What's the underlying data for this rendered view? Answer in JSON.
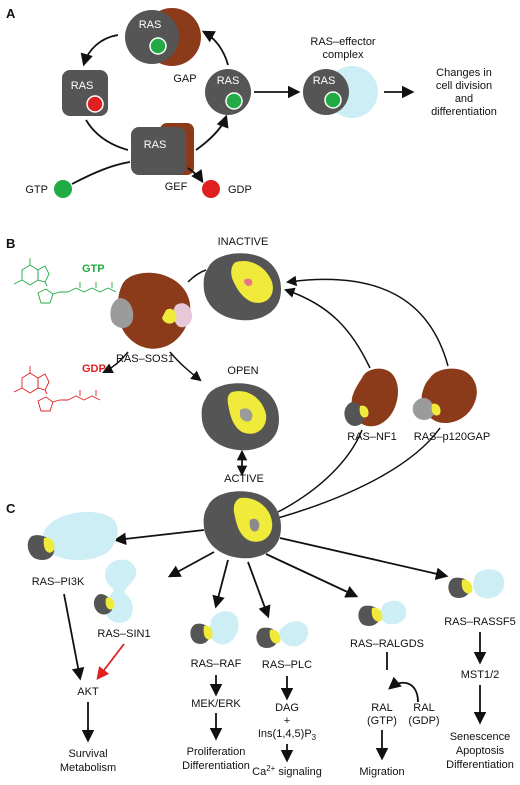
{
  "panels": {
    "a": "A",
    "b": "B",
    "c": "C"
  },
  "colors": {
    "ras": "#555555",
    "ras_dark": "#4a4a4a",
    "gef_gap": "#8b3a1a",
    "gtp": "#22aa44",
    "gdp": "#e02020",
    "effector": "#cdeef5",
    "switch_region": "#f0ea3a",
    "light_grey": "#9b9b9b"
  },
  "cycle": {
    "ras_label": "RAS",
    "gap": "GAP",
    "gef": "GEF",
    "gtp": "GTP",
    "gdp": "GDP",
    "complex_line1": "RAS–effector",
    "complex_line2": "complex",
    "outcome_line1": "Changes in",
    "outcome_line2": "cell division",
    "outcome_line3": "and",
    "outcome_line4": "differentiation"
  },
  "structures": {
    "gtp_title": "GTP",
    "gdp_title": "GDP",
    "inactive": "INACTIVE",
    "open": "OPEN",
    "active": "ACTIVE",
    "ras_sos1": "RAS–SOS1",
    "ras_nf1": "RAS–NF1",
    "ras_p120gap": "RAS–p120GAP"
  },
  "effectors": {
    "pi3k": "RAS–PI3K",
    "sin1": "RAS–SIN1",
    "raf": "RAS–RAF",
    "plc": "RAS–PLC",
    "ralgds": "RAS–RALGDS",
    "rassf5": "RAS–RASSF5",
    "akt": "AKT",
    "survival": "Survival",
    "metabolism": "Metabolism",
    "mek_erk": "MEK/ERK",
    "proliferation": "Proliferation",
    "differentiation": "Differentiation",
    "dag": "DAG",
    "plus": "+",
    "ins_prefix": "Ins(1,4,5)P",
    "ins_sub": "3",
    "ca_prefix": "Ca",
    "ca_sup": "2+",
    "ca_suffix": " signaling",
    "ral_gtp_1": "RAL",
    "ral_gtp_2": "(GTP)",
    "ral_gdp_1": "RAL",
    "ral_gdp_2": "(GDP)",
    "migration": "Migration",
    "mst": "MST1/2",
    "senescence": "Senescence",
    "apoptosis": "Apoptosis",
    "differentiation2": "Differentiation"
  }
}
